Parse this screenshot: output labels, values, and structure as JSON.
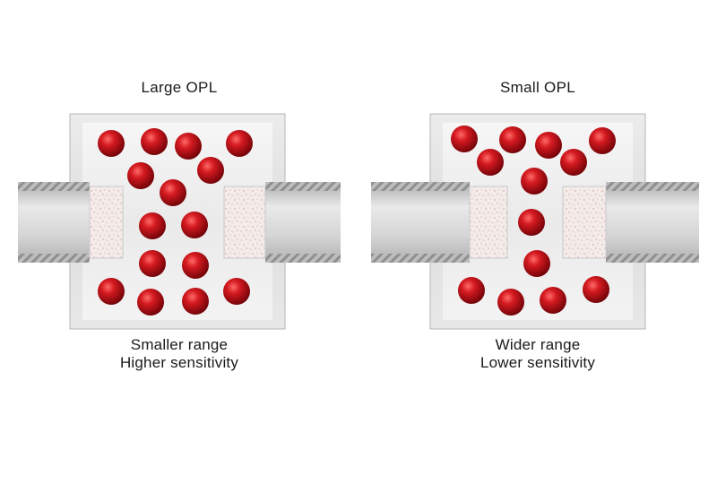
{
  "panels": [
    {
      "title": "Large OPL",
      "caption_line1": "Smaller range",
      "caption_line2": "Higher sensitivity"
    },
    {
      "title": "Small OPL",
      "caption_line1": "Wider range",
      "caption_line2": "Lower sensitivity"
    }
  ],
  "colors": {
    "particle": "#c4141b",
    "chamber": "#d9d9d9",
    "pipe": "#cfcfcf",
    "window": "#f1e7e4"
  }
}
